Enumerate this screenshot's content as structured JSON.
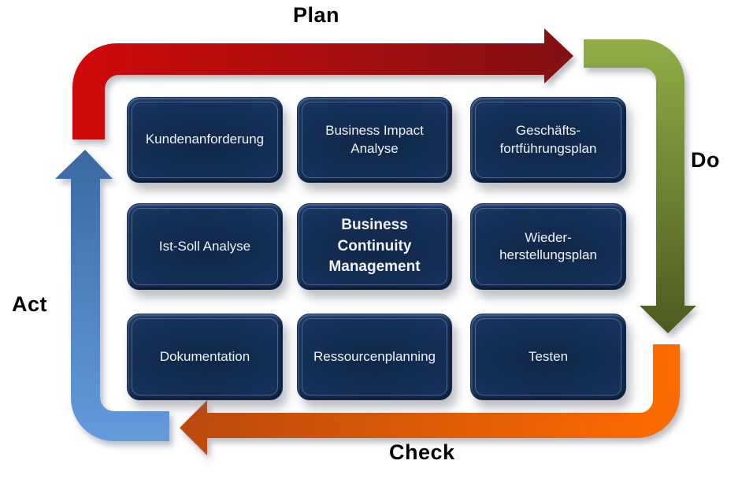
{
  "cycle": {
    "plan": "Plan",
    "do": "Do",
    "check": "Check",
    "act": "Act"
  },
  "boxes": [
    {
      "label": "Kundenanforderung"
    },
    {
      "label": "Business Impact\nAnalyse"
    },
    {
      "label": "Geschäfts-\nfortführungsplan"
    },
    {
      "label": "Ist-Soll Analyse"
    },
    {
      "label": "Business\nContinuity\nManagement"
    },
    {
      "label": "Wieder-\nherstellungsplan"
    },
    {
      "label": "Dokumentation"
    },
    {
      "label": "Ressourcenplanning"
    },
    {
      "label": "Testen"
    }
  ],
  "colors": {
    "plan_start": "#d00a0a",
    "plan_end": "#821012",
    "do_start": "#90ad46",
    "do_end": "#4c5a20",
    "check_start": "#ff6c00",
    "check_end": "#bb4a0e",
    "act_start": "#3a69a2",
    "act_end": "#649bdd",
    "box_fill": "#17335c",
    "box_text": "#f0f3f8",
    "label_text": "#000000"
  }
}
